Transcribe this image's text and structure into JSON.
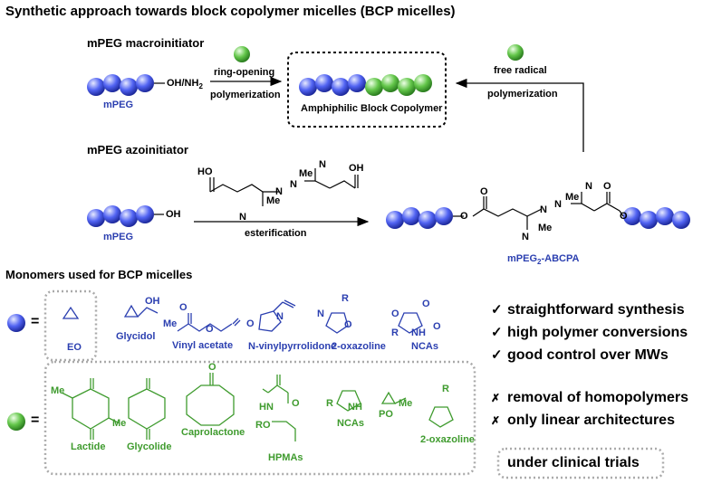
{
  "title": "Synthetic approach towards block copolymer micelles (BCP micelles)",
  "macro": {
    "heading": "mPEG macroinitiator",
    "end_group": "OH/NH",
    "end_group_sub": "2",
    "label": "mPEG",
    "arrow_top": "ring-opening",
    "arrow_bottom": "polymerization"
  },
  "product": {
    "label": "Amphiphilic Block Copolymer"
  },
  "radical": {
    "top": "free radical",
    "bottom": "polymerization"
  },
  "azo": {
    "heading": "mPEG azoinitiator",
    "end_group": "OH",
    "label": "mPEG",
    "arrow_label": "esterification",
    "product_label_pre": "mPEG",
    "product_label_sub": "2",
    "product_label_post": "-ABCPA",
    "atoms": {
      "me": "Me",
      "cn": "N",
      "ho": "HO",
      "oh": "OH",
      "n": "N",
      "o": "O"
    }
  },
  "monomers_heading": "Monomers used for BCP micelles",
  "equals": "=",
  "blue_monomers": [
    "EO",
    "Glycidol",
    "Vinyl acetate",
    "N-vinylpyrrolidone",
    "2-oxazoline",
    "NCAs"
  ],
  "green_monomers": [
    "Lactide",
    "Glycolide",
    "Caprolactone",
    "HPMAs",
    "NCAs",
    "PO",
    "2-oxazoline"
  ],
  "struct_atoms": {
    "o": "O",
    "oh": "OH",
    "n": "N",
    "r": "R",
    "h": "H",
    "nh": "NH",
    "me": "Me",
    "ro": "RO",
    "hn": "HN"
  },
  "advantages": [
    {
      "mark": "✓",
      "text": "straightforward synthesis"
    },
    {
      "mark": "✓",
      "text": "high polymer conversions"
    },
    {
      "mark": "✓",
      "text": "good control over MWs"
    }
  ],
  "drawbacks": [
    {
      "mark": "✗",
      "text": "removal of homopolymers"
    },
    {
      "mark": "✗",
      "text": "only linear architectures"
    }
  ],
  "clinical": "under clinical trials",
  "colors": {
    "blue": "#2b3fb0",
    "green": "#3f9b2e",
    "blue_ball": "#4a5cf0",
    "green_ball": "#5fc24a",
    "dash": "#aaaaaa"
  }
}
